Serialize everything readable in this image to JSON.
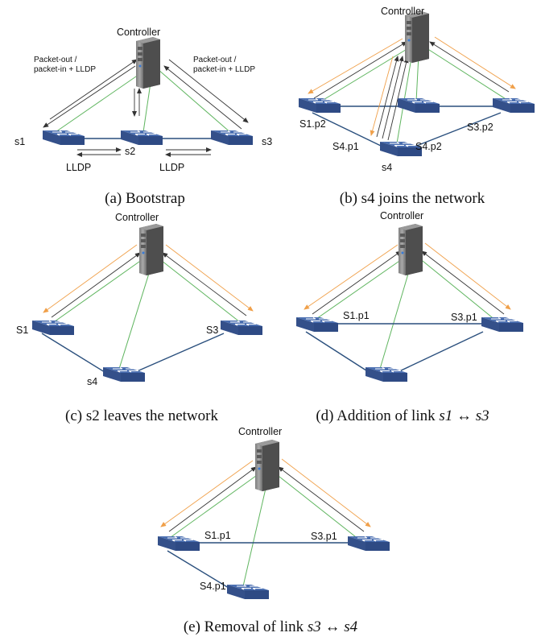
{
  "panel_a": {
    "controller": "Controller",
    "pkt_left_1": "Packet-out /",
    "pkt_left_2": "packet-in  + LLDP",
    "pkt_right_1": "Packet-out /",
    "pkt_right_2": "packet-in  + LLDP",
    "s1": "s1",
    "s2": "s2",
    "s3": "s3",
    "lldp_left": "LLDP",
    "lldp_right": "LLDP",
    "caption": "(a) Bootstrap"
  },
  "panel_b": {
    "controller": "Controller",
    "s1p2": "S1.p2",
    "s3p2": "S3.p2",
    "s4p1": "S4.p1",
    "s4p2": "S4.p2",
    "s4": "s4",
    "caption": "(b) s4 joins the network"
  },
  "panel_c": {
    "controller": "Controller",
    "s1": "S1",
    "s3": "S3",
    "s4": "s4",
    "caption": "(c) s2 leaves the network"
  },
  "panel_d": {
    "controller": "Controller",
    "s1p1": "S1.p1",
    "s3p1": "S3.p1",
    "caption_prefix": "(d) Addition of link ",
    "caption_math": "s1 ↔ s3"
  },
  "panel_e": {
    "controller": "Controller",
    "s1p1": "S1.p1",
    "s3p1": "S3.p1",
    "s4p1": "S4.p1",
    "caption_prefix": "(e) Removal of link ",
    "caption_math": "s3 ↔ s4"
  }
}
